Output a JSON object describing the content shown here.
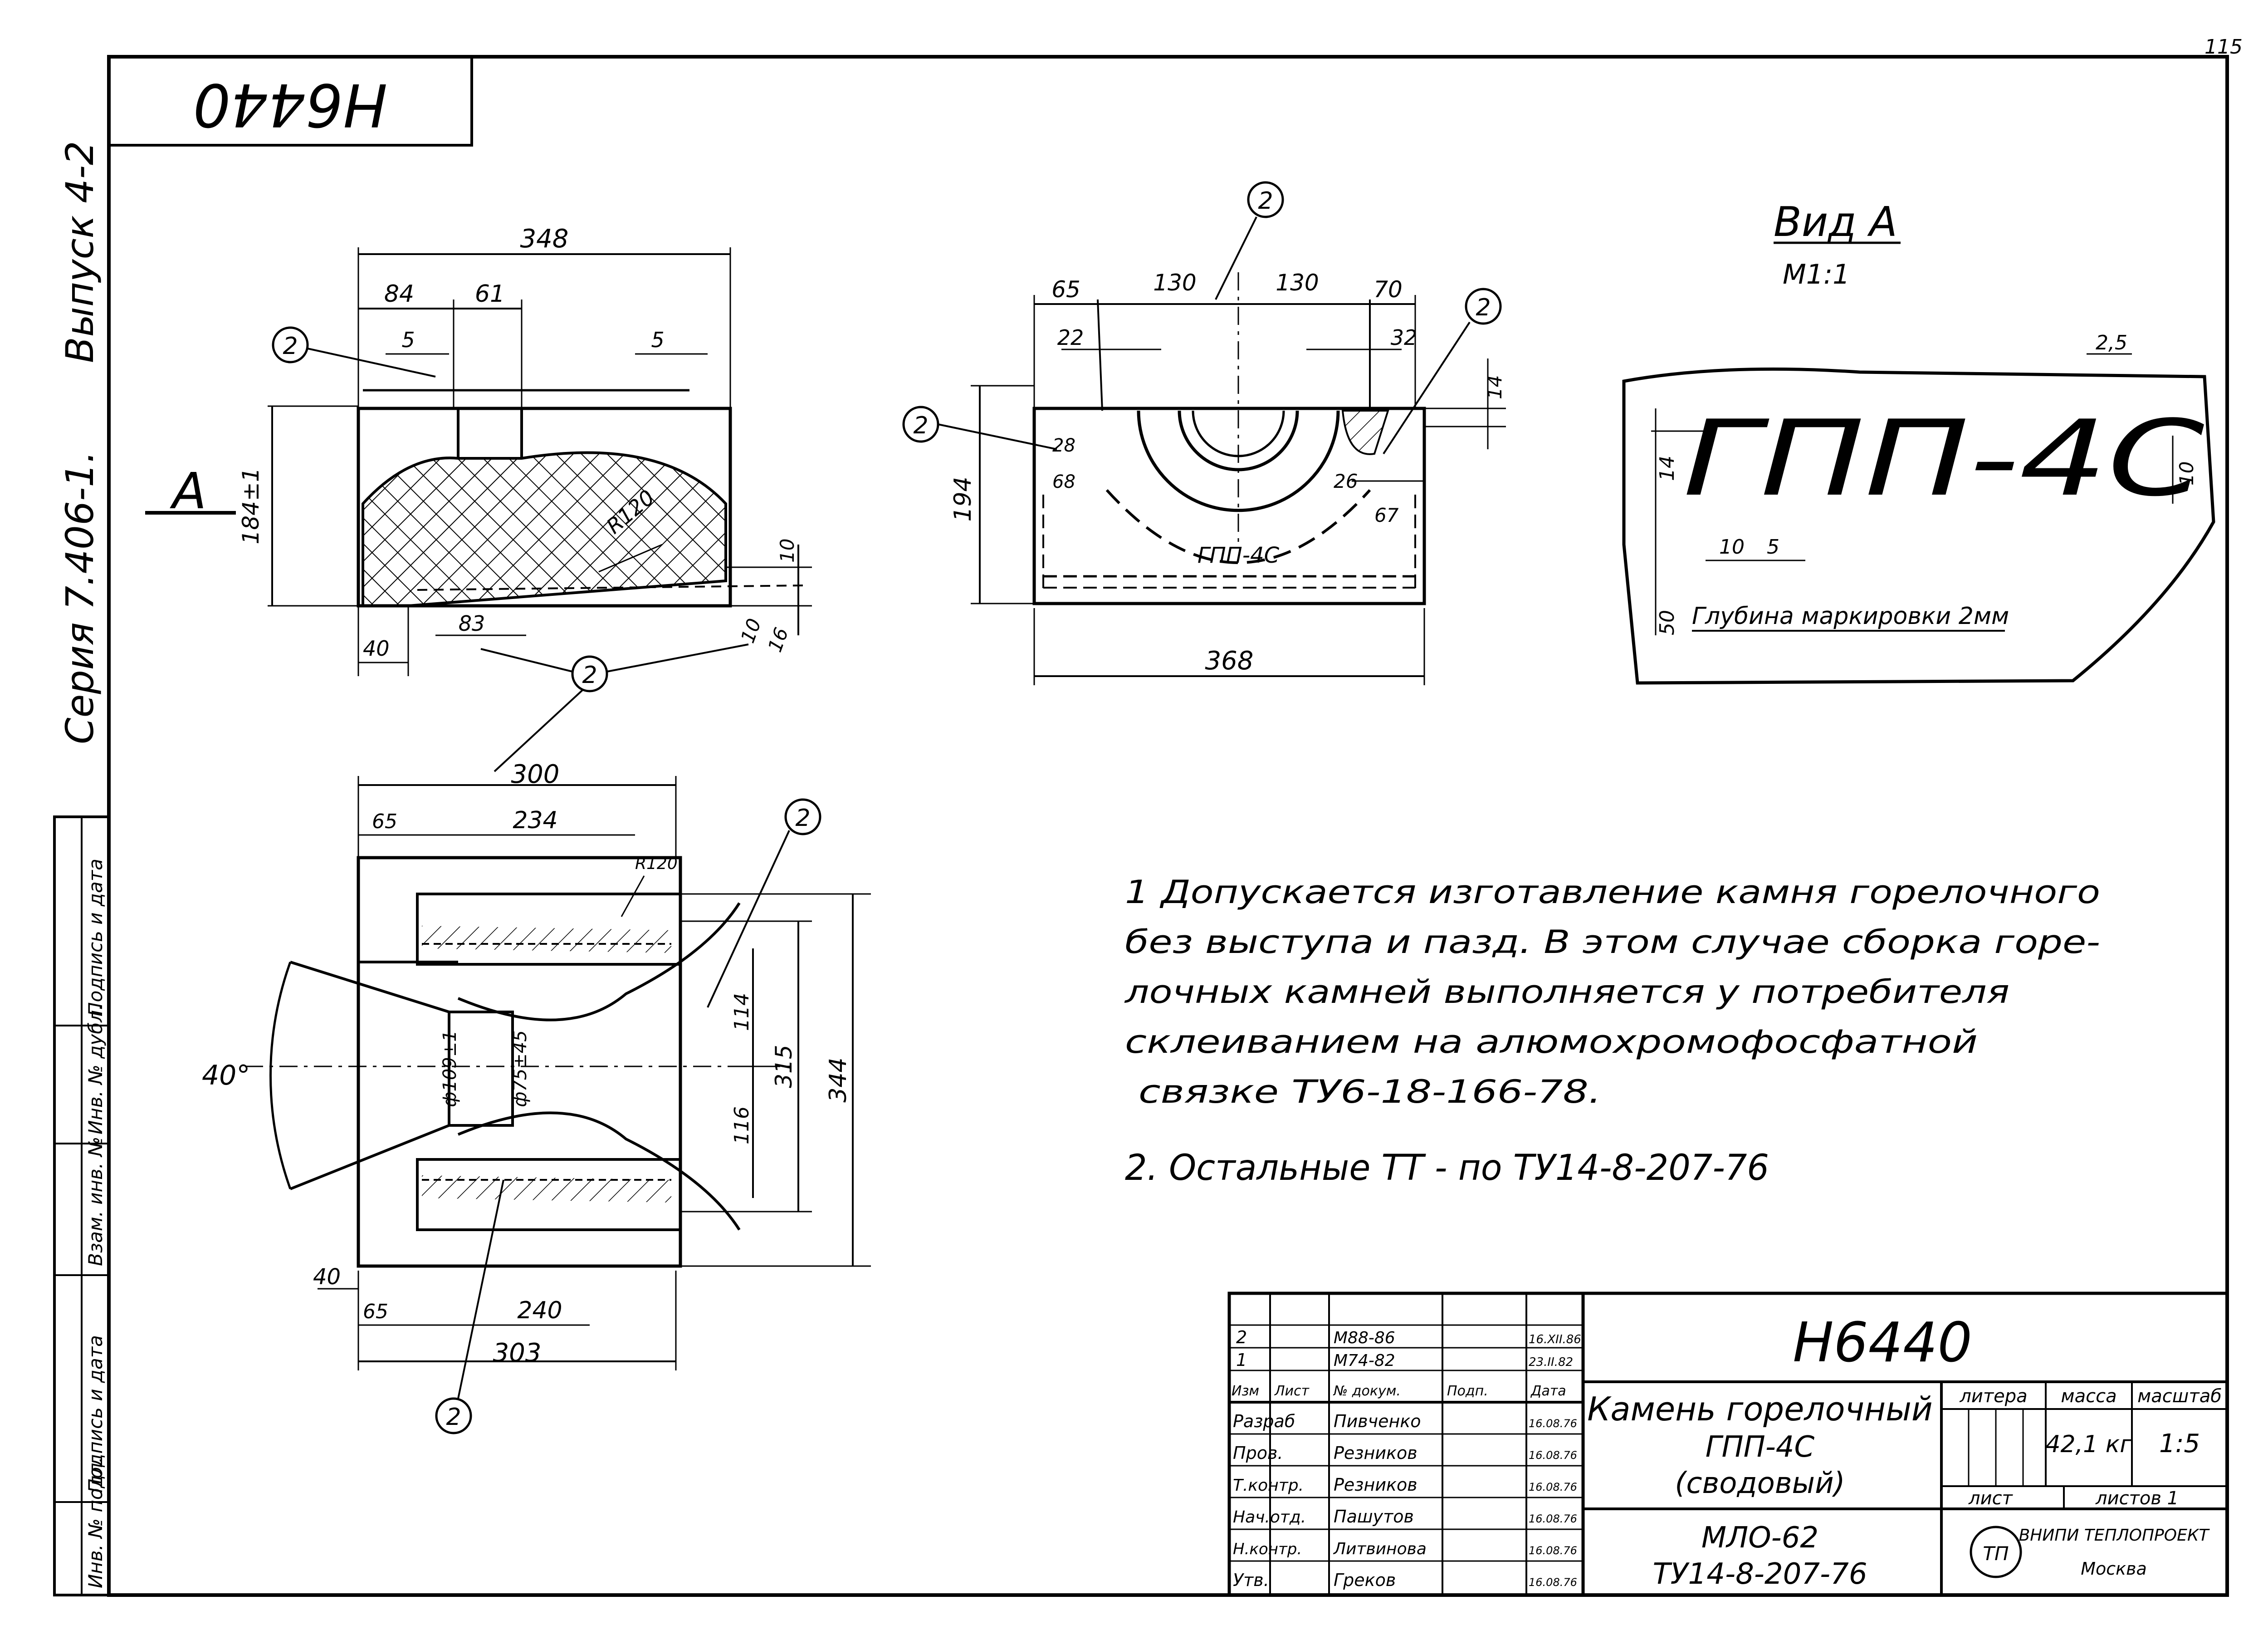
{
  "stamp": {
    "code": "Н6440"
  },
  "side": {
    "series": "Серия 7.406-1.",
    "issue": "Выпуск 4-2"
  },
  "corner": {
    "sheet_no": "115"
  },
  "left_strip": {
    "fields": [
      "Инв. № подл.",
      "Подпись и дата",
      "Взам. инв. №",
      "Инв. № дубл.",
      "Подпись и дата"
    ]
  },
  "view_top": {
    "callout": "2",
    "dims": [
      "348",
      "84",
      "61",
      "5",
      "5",
      "184±1",
      "R120",
      "10",
      "40",
      "83",
      "10",
      "16"
    ],
    "section_mark": "А"
  },
  "view_front": {
    "callouts": [
      "2",
      "2",
      "2"
    ],
    "dims": [
      "65",
      "130",
      "130",
      "70",
      "22",
      "32",
      "14",
      "194",
      "28",
      "68",
      "26",
      "67",
      "368"
    ],
    "marking": "ГПП-4С"
  },
  "view_a": {
    "title": "Вид А",
    "scale": "М1:1",
    "marking": "ГПП-4С",
    "dims": [
      "2,5",
      "14",
      "10",
      "10",
      "5",
      "50"
    ],
    "note": "Глубина маркировки 2мм"
  },
  "view_section": {
    "callouts": [
      "2",
      "2"
    ],
    "dims": [
      "300",
      "65",
      "234",
      "R120",
      "40°",
      "ф109±1",
      "ф75±45",
      "114",
      "116",
      "315",
      "344",
      "40",
      "65",
      "240",
      "303"
    ]
  },
  "callout_bottom": "2",
  "notes": [
    "1 Допускается изготавление камня горелочного",
    "без выступа и пазд. В этом случае сборка горе-",
    "лочных камней выполняется у потребителя",
    "склеиванием на алюмохромофосфатной",
    "связке ТУ6-18-166-78.",
    "2. Остальные ТТ - по ТУ14-8-207-76"
  ],
  "title_block": {
    "code": "Н6440",
    "name_lines": [
      "Камень горелочный",
      "ГПП-4С",
      "(сводовый)"
    ],
    "material": "МЛО-62",
    "spec": "ТУ14-8-207-76",
    "headers": {
      "litera": "литера",
      "mass": "масса",
      "scale": "масштаб",
      "sheet": "лист",
      "sheets": "листов 1"
    },
    "mass": "42,1 кг",
    "scale_value": "1:5",
    "org": "ВНИПИ ТЕПЛОПРОЕКТ",
    "org_city": "Москва",
    "revisions": [
      {
        "n": "2",
        "doc": "М88-86",
        "sign": "",
        "date": "16.XII.86"
      },
      {
        "n": "1",
        "doc": "М74-82",
        "sign": "",
        "date": "23.II.82"
      }
    ],
    "rev_headers": [
      "Изм",
      "Лист",
      "№ докум.",
      "Подп.",
      "Дата"
    ],
    "roles": [
      {
        "role": "Разраб",
        "name": "Пивченко",
        "date": "16.08.76"
      },
      {
        "role": "Пров.",
        "name": "Резников",
        "date": "16.08.76"
      },
      {
        "role": "Т.контр.",
        "name": "Резников",
        "date": "16.08.76"
      },
      {
        "role": "Нач.отд.",
        "name": "Пашутов",
        "date": "16.08.76"
      },
      {
        "role": "Н.контр.",
        "name": "Литвинова",
        "date": "16.08.76"
      },
      {
        "role": "Утв.",
        "name": "Греков",
        "date": "16.08.76"
      }
    ]
  }
}
